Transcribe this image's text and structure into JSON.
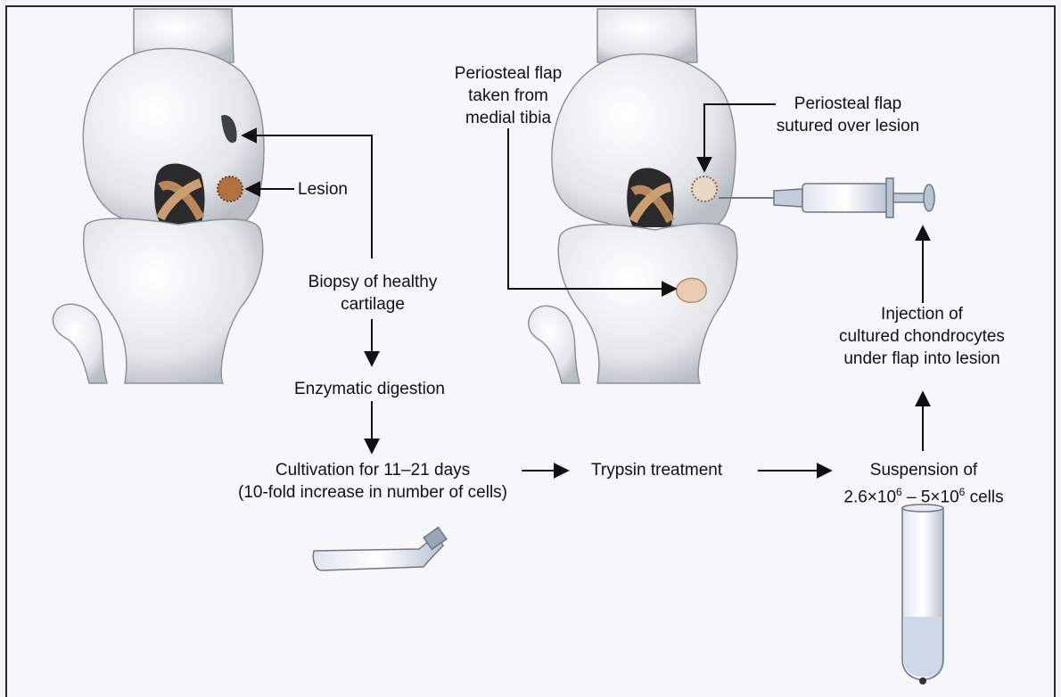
{
  "labels": {
    "lesion": "Lesion",
    "biopsy": [
      "Biopsy of healthy",
      "cartilage"
    ],
    "enzymatic": "Enzymatic digestion",
    "cultivation": [
      "Cultivation for 11–21 days",
      "(10-fold increase in number of cells)"
    ],
    "trypsin": "Trypsin treatment",
    "suspension_line1": "Suspension of",
    "suspension_line2": {
      "a": "2.6×10",
      "a_sup": "6",
      "mid": " – 5×10",
      "b_sup": "6",
      "end": " cells"
    },
    "periosteal_taken": [
      "Periosteal flap",
      "taken from",
      "medial tibia"
    ],
    "periosteal_sutured": [
      "Periosteal flap",
      "sutured over lesion"
    ],
    "injection": [
      "Injection of",
      "cultured chondrocytes",
      "under flap into lesion"
    ]
  },
  "colors": {
    "bone": "#e9ecef",
    "bone_shade": "#c8ccd2",
    "ligament": "#b8875a",
    "lesion": "#b3703f",
    "arrow": "#111111",
    "syringe": "#b9c4d4",
    "liquid": "#cfd8e6"
  }
}
